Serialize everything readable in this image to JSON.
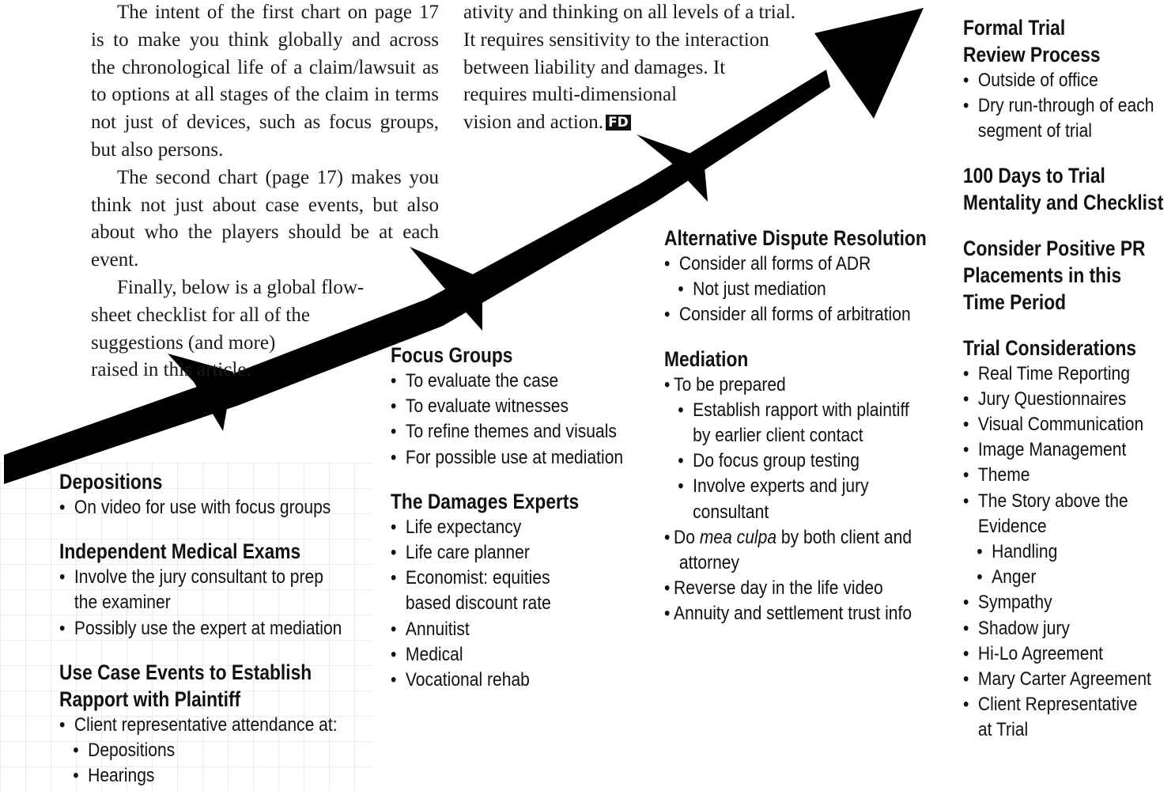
{
  "intro_col1": {
    "p1": "The intent of the first chart on page 17 is to make you think globally and across the chronological life of a claim/lawsuit as to options at all stages of the claim in terms not just of devices, such as focus groups, but also persons.",
    "p2": "The second chart (page 17) makes you think not just about case events, but also about who the players should be at each event.",
    "p3_lines": [
      "Finally, below is a global flow-",
      "sheet checklist for all of the",
      "suggestions (and more)",
      "raised in this article."
    ]
  },
  "intro_col2": {
    "lines": [
      "ativity and thinking on all levels of a trial.",
      "It requires sensitivity to the interaction",
      "between liability and damages. It",
      "requires multi-dimensional",
      "vision and action."
    ],
    "end_mark": "FD"
  },
  "colors": {
    "ink": "#111111",
    "arrow": "#000000",
    "grid": "#e6e6e6"
  },
  "stage1": {
    "depositions": {
      "heading": "Depositions",
      "items": [
        "On video for use with focus groups"
      ]
    },
    "ime": {
      "heading": "Independent Medical Exams",
      "items": [
        [
          "Involve the jury consultant to prep",
          "the examiner"
        ],
        [
          "Possibly use the expert at mediation"
        ]
      ]
    },
    "case_events": {
      "heading_lines": [
        "Use Case Events to Establish",
        "Rapport with Plaintiff"
      ],
      "items": [
        "Client representative attendance at:"
      ],
      "sub_items": [
        "Depositions",
        "Hearings"
      ]
    }
  },
  "stage2": {
    "focus_groups": {
      "heading": "Focus Groups",
      "items": [
        "To evaluate the case",
        "To evaluate witnesses",
        "To refine themes and visuals",
        "For possible use at mediation"
      ]
    },
    "damages": {
      "heading": "The Damages Experts",
      "items": [
        [
          "Life expectancy"
        ],
        [
          "Life care planner"
        ],
        [
          "Economist: equities",
          "based discount rate"
        ],
        [
          "Annuitist"
        ],
        [
          "Medical"
        ],
        [
          "Vocational rehab"
        ]
      ]
    }
  },
  "stage3": {
    "adr": {
      "heading": "Alternative Dispute Resolution",
      "items": [
        "Consider all forms of ADR",
        "Not just mediation",
        "Consider all forms of arbitration"
      ]
    },
    "mediation": {
      "heading": "Mediation",
      "item1": "To be prepared",
      "sub_items": [
        [
          "Establish rapport with plaintiff",
          "by earlier client contact"
        ],
        [
          "Do focus group testing"
        ],
        [
          "Involve experts and jury",
          "consultant"
        ]
      ],
      "mea_pre": "Do ",
      "mea_it": "mea culpa",
      "mea_post": " by both client and",
      "mea_cont": "attorney",
      "item3": "Reverse day in the life video",
      "item4": "Annuity and settlement trust info"
    }
  },
  "stage4": {
    "formal": {
      "heading_lines": [
        "Formal Trial",
        "Review Process"
      ],
      "items": [
        [
          "Outside of office"
        ],
        [
          "Dry run-through of each",
          "segment of trial"
        ]
      ]
    },
    "hundred": {
      "heading_lines": [
        "100 Days to Trial",
        "Mentality and Checklist"
      ]
    },
    "pr": {
      "heading_lines": [
        "Consider Positive PR",
        "Placements in this",
        "Time Period"
      ]
    },
    "trial": {
      "heading": "Trial Considerations",
      "items_a": [
        "Real Time Reporting",
        "Jury Questionnaires",
        "Visual Communication",
        "Image Management",
        "Theme"
      ],
      "story": [
        "The Story above the",
        "Evidence"
      ],
      "story_sub": [
        "Handling",
        "Anger"
      ],
      "items_b": [
        "Sympathy",
        "Shadow jury",
        "Hi-Lo Agreement",
        "Mary Carter Agreement"
      ],
      "client_rep": [
        "Client Representative",
        "at Trial"
      ]
    }
  }
}
